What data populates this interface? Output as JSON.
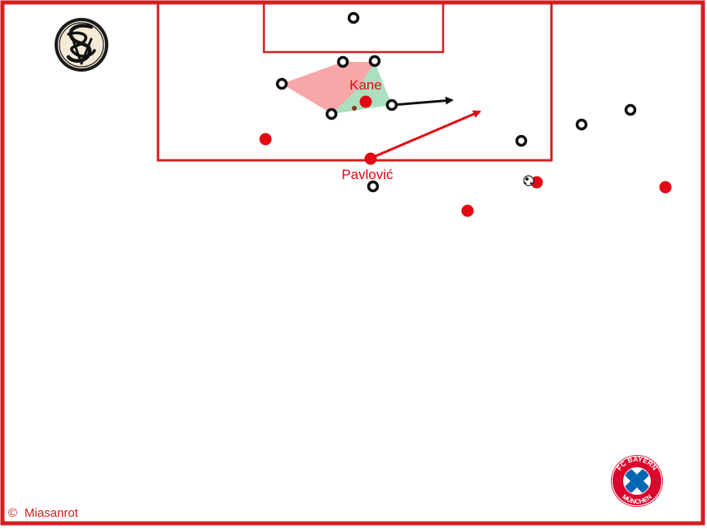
{
  "colors": {
    "pitch_lines": "#d21f1f",
    "attacker": "#e30613",
    "defender": "#111111",
    "zone_red": "#f48a8a",
    "zone_green": "#8fd6a8",
    "background": "#ffffff"
  },
  "players": {
    "kane_name": "Kane",
    "pavlovic_name": "Pavlović"
  },
  "credit": {
    "symbol": "©",
    "text": "Miasanrot"
  },
  "logos": {
    "home": {
      "name": "SEV crest",
      "icon": "sev-crest-icon"
    },
    "away": {
      "name": "FC Bayern München crest",
      "icon": "fcb-crest-icon",
      "top_text": "FC BAYERN",
      "bottom_text": "MÜNCHEN"
    }
  },
  "ball": {
    "icon": "football-icon"
  }
}
